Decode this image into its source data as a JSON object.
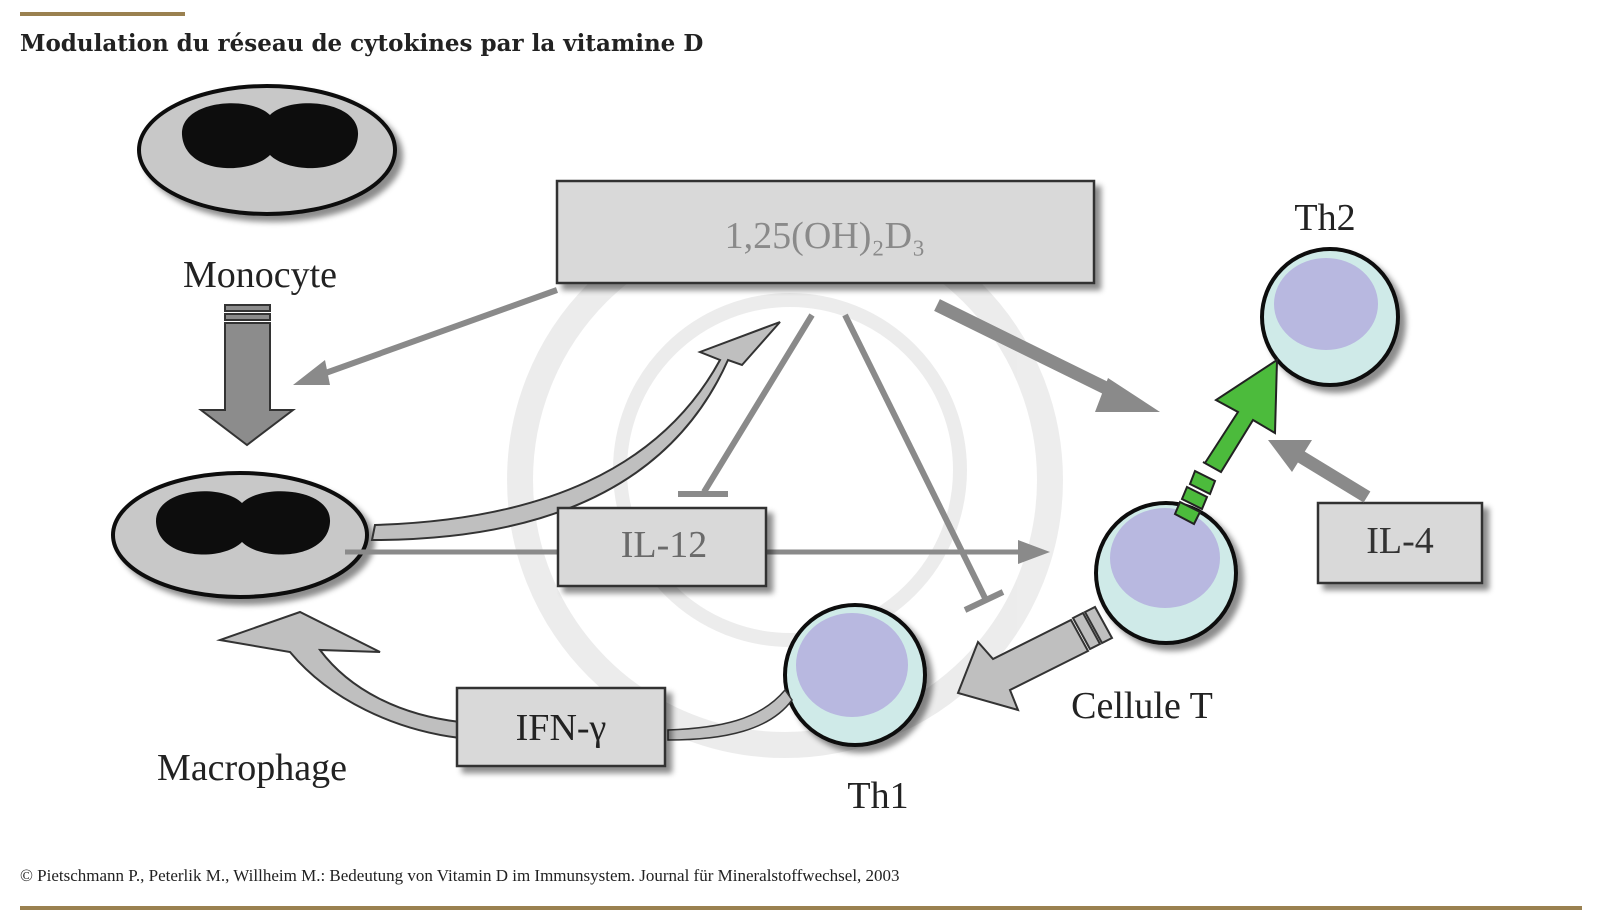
{
  "header": {
    "title": "Modulation du réseau de cytokines par la vitamine D"
  },
  "diagram": {
    "hormone_label": "1,25(OH)₂D₃",
    "il12_label": "IL-12",
    "il4_label": "IL-4",
    "ifn_label": "IFN-γ",
    "monocyte_label": "Monocyte",
    "macrophage_label": "Macrophage",
    "th1_label": "Th1",
    "th2_label": "Th2",
    "tcell_label": "Cellule T"
  },
  "footer": {
    "credit": "© Pietschmann P., Peterlik M., Willheim M.: Bedeutung von Vitamin D im Immunsystem. Journal für Mineralstoffwechsel, 2003"
  },
  "colors": {
    "accent_rule": "#9a8150",
    "cell_gray": "#c8c8c8",
    "nucleus": "#111111",
    "tcell_outer": "#cfeae8",
    "tcell_inner": "#b8b8e0",
    "green_arrow": "#4cbb3c",
    "box_fill": "#d9d9d9"
  }
}
